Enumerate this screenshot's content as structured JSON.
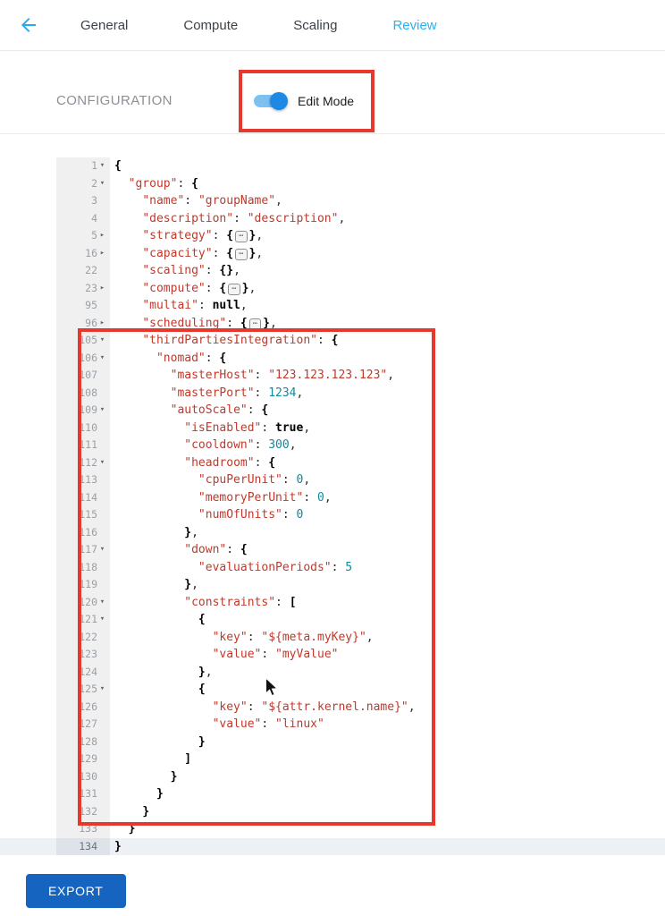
{
  "nav": {
    "back_icon": "arrow-left",
    "tabs": [
      {
        "label": "General",
        "active": false
      },
      {
        "label": "Compute",
        "active": false
      },
      {
        "label": "Scaling",
        "active": false
      },
      {
        "label": "Review",
        "active": true
      }
    ]
  },
  "config": {
    "title": "CONFIGURATION",
    "edit_mode_label": "Edit Mode",
    "toggle_state": "on"
  },
  "colors": {
    "accent_cyan": "#2ab1ef",
    "annotation_red": "#e8372c",
    "string_red": "#c0392b",
    "number_teal": "#0e8a9e",
    "export_blue": "#1565c0"
  },
  "editor": {
    "fold_widget_glyph": "⋯",
    "lines": [
      {
        "num": "1",
        "fold": "open",
        "tokens": [
          [
            "p",
            "{"
          ]
        ]
      },
      {
        "num": "2",
        "fold": "open",
        "tokens": [
          [
            "t",
            "  "
          ],
          [
            "k",
            "\"group\""
          ],
          [
            "t",
            ": "
          ],
          [
            "p",
            "{"
          ]
        ]
      },
      {
        "num": "3",
        "fold": "none",
        "tokens": [
          [
            "t",
            "    "
          ],
          [
            "k",
            "\"name\""
          ],
          [
            "t",
            ": "
          ],
          [
            "s",
            "\"groupName\""
          ],
          [
            "t",
            ","
          ]
        ]
      },
      {
        "num": "4",
        "fold": "none",
        "tokens": [
          [
            "t",
            "    "
          ],
          [
            "k",
            "\"description\""
          ],
          [
            "t",
            ": "
          ],
          [
            "s",
            "\"description\""
          ],
          [
            "t",
            ","
          ]
        ]
      },
      {
        "num": "5",
        "fold": "closed",
        "tokens": [
          [
            "t",
            "    "
          ],
          [
            "k",
            "\"strategy\""
          ],
          [
            "t",
            ": "
          ],
          [
            "p",
            "{"
          ],
          [
            "w",
            ""
          ],
          [
            "p",
            "}"
          ],
          [
            "t",
            ","
          ]
        ]
      },
      {
        "num": "16",
        "fold": "closed",
        "tokens": [
          [
            "t",
            "    "
          ],
          [
            "k",
            "\"capacity\""
          ],
          [
            "t",
            ": "
          ],
          [
            "p",
            "{"
          ],
          [
            "w",
            ""
          ],
          [
            "p",
            "}"
          ],
          [
            "t",
            ","
          ]
        ]
      },
      {
        "num": "22",
        "fold": "none",
        "tokens": [
          [
            "t",
            "    "
          ],
          [
            "k",
            "\"scaling\""
          ],
          [
            "t",
            ": "
          ],
          [
            "p",
            "{}"
          ],
          [
            "t",
            ","
          ]
        ]
      },
      {
        "num": "23",
        "fold": "closed",
        "tokens": [
          [
            "t",
            "    "
          ],
          [
            "k",
            "\"compute\""
          ],
          [
            "t",
            ": "
          ],
          [
            "p",
            "{"
          ],
          [
            "w",
            ""
          ],
          [
            "p",
            "}"
          ],
          [
            "t",
            ","
          ]
        ]
      },
      {
        "num": "95",
        "fold": "none",
        "tokens": [
          [
            "t",
            "    "
          ],
          [
            "k",
            "\"multai\""
          ],
          [
            "t",
            ": "
          ],
          [
            "b",
            "null"
          ],
          [
            "t",
            ","
          ]
        ]
      },
      {
        "num": "96",
        "fold": "closed",
        "tokens": [
          [
            "t",
            "    "
          ],
          [
            "k",
            "\"scheduling\""
          ],
          [
            "t",
            ": "
          ],
          [
            "p",
            "{"
          ],
          [
            "w",
            ""
          ],
          [
            "p",
            "}"
          ],
          [
            "t",
            ","
          ]
        ]
      },
      {
        "num": "105",
        "fold": "open",
        "tokens": [
          [
            "t",
            "    "
          ],
          [
            "k",
            "\"thirdPartiesIntegration\""
          ],
          [
            "t",
            ": "
          ],
          [
            "p",
            "{"
          ]
        ]
      },
      {
        "num": "106",
        "fold": "open",
        "tokens": [
          [
            "t",
            "      "
          ],
          [
            "k",
            "\"nomad\""
          ],
          [
            "t",
            ": "
          ],
          [
            "p",
            "{"
          ]
        ]
      },
      {
        "num": "107",
        "fold": "none",
        "tokens": [
          [
            "t",
            "        "
          ],
          [
            "k",
            "\"masterHost\""
          ],
          [
            "t",
            ": "
          ],
          [
            "s",
            "\"123.123.123.123\""
          ],
          [
            "t",
            ","
          ]
        ]
      },
      {
        "num": "108",
        "fold": "none",
        "tokens": [
          [
            "t",
            "        "
          ],
          [
            "k",
            "\"masterPort\""
          ],
          [
            "t",
            ": "
          ],
          [
            "n",
            "1234"
          ],
          [
            "t",
            ","
          ]
        ]
      },
      {
        "num": "109",
        "fold": "open",
        "tokens": [
          [
            "t",
            "        "
          ],
          [
            "k",
            "\"autoScale\""
          ],
          [
            "t",
            ": "
          ],
          [
            "p",
            "{"
          ]
        ]
      },
      {
        "num": "110",
        "fold": "none",
        "tokens": [
          [
            "t",
            "          "
          ],
          [
            "k",
            "\"isEnabled\""
          ],
          [
            "t",
            ": "
          ],
          [
            "b",
            "true"
          ],
          [
            "t",
            ","
          ]
        ]
      },
      {
        "num": "111",
        "fold": "none",
        "tokens": [
          [
            "t",
            "          "
          ],
          [
            "k",
            "\"cooldown\""
          ],
          [
            "t",
            ": "
          ],
          [
            "n",
            "300"
          ],
          [
            "t",
            ","
          ]
        ]
      },
      {
        "num": "112",
        "fold": "open",
        "tokens": [
          [
            "t",
            "          "
          ],
          [
            "k",
            "\"headroom\""
          ],
          [
            "t",
            ": "
          ],
          [
            "p",
            "{"
          ]
        ]
      },
      {
        "num": "113",
        "fold": "none",
        "tokens": [
          [
            "t",
            "            "
          ],
          [
            "k",
            "\"cpuPerUnit\""
          ],
          [
            "t",
            ": "
          ],
          [
            "n",
            "0"
          ],
          [
            "t",
            ","
          ]
        ]
      },
      {
        "num": "114",
        "fold": "none",
        "tokens": [
          [
            "t",
            "            "
          ],
          [
            "k",
            "\"memoryPerUnit\""
          ],
          [
            "t",
            ": "
          ],
          [
            "n",
            "0"
          ],
          [
            "t",
            ","
          ]
        ]
      },
      {
        "num": "115",
        "fold": "none",
        "tokens": [
          [
            "t",
            "            "
          ],
          [
            "k",
            "\"numOfUnits\""
          ],
          [
            "t",
            ": "
          ],
          [
            "n",
            "0"
          ]
        ]
      },
      {
        "num": "116",
        "fold": "none",
        "tokens": [
          [
            "t",
            "          "
          ],
          [
            "p",
            "}"
          ],
          [
            "t",
            ","
          ]
        ]
      },
      {
        "num": "117",
        "fold": "open",
        "tokens": [
          [
            "t",
            "          "
          ],
          [
            "k",
            "\"down\""
          ],
          [
            "t",
            ": "
          ],
          [
            "p",
            "{"
          ]
        ]
      },
      {
        "num": "118",
        "fold": "none",
        "tokens": [
          [
            "t",
            "            "
          ],
          [
            "k",
            "\"evaluationPeriods\""
          ],
          [
            "t",
            ": "
          ],
          [
            "n",
            "5"
          ]
        ]
      },
      {
        "num": "119",
        "fold": "none",
        "tokens": [
          [
            "t",
            "          "
          ],
          [
            "p",
            "}"
          ],
          [
            "t",
            ","
          ]
        ]
      },
      {
        "num": "120",
        "fold": "open",
        "tokens": [
          [
            "t",
            "          "
          ],
          [
            "k",
            "\"constraints\""
          ],
          [
            "t",
            ": "
          ],
          [
            "p",
            "["
          ]
        ]
      },
      {
        "num": "121",
        "fold": "open",
        "tokens": [
          [
            "t",
            "            "
          ],
          [
            "p",
            "{"
          ]
        ]
      },
      {
        "num": "122",
        "fold": "none",
        "tokens": [
          [
            "t",
            "              "
          ],
          [
            "k",
            "\"key\""
          ],
          [
            "t",
            ": "
          ],
          [
            "s",
            "\"${meta.myKey}\""
          ],
          [
            "t",
            ","
          ]
        ]
      },
      {
        "num": "123",
        "fold": "none",
        "tokens": [
          [
            "t",
            "              "
          ],
          [
            "k",
            "\"value\""
          ],
          [
            "t",
            ": "
          ],
          [
            "s",
            "\"myValue\""
          ]
        ]
      },
      {
        "num": "124",
        "fold": "none",
        "tokens": [
          [
            "t",
            "            "
          ],
          [
            "p",
            "}"
          ],
          [
            "t",
            ","
          ]
        ]
      },
      {
        "num": "125",
        "fold": "open",
        "tokens": [
          [
            "t",
            "            "
          ],
          [
            "p",
            "{"
          ]
        ]
      },
      {
        "num": "126",
        "fold": "none",
        "tokens": [
          [
            "t",
            "              "
          ],
          [
            "k",
            "\"key\""
          ],
          [
            "t",
            ": "
          ],
          [
            "s",
            "\"${attr.kernel.name}\""
          ],
          [
            "t",
            ","
          ]
        ]
      },
      {
        "num": "127",
        "fold": "none",
        "tokens": [
          [
            "t",
            "              "
          ],
          [
            "k",
            "\"value\""
          ],
          [
            "t",
            ": "
          ],
          [
            "s",
            "\"linux\""
          ]
        ]
      },
      {
        "num": "128",
        "fold": "none",
        "tokens": [
          [
            "t",
            "            "
          ],
          [
            "p",
            "}"
          ]
        ]
      },
      {
        "num": "129",
        "fold": "none",
        "tokens": [
          [
            "t",
            "          "
          ],
          [
            "p",
            "]"
          ]
        ]
      },
      {
        "num": "130",
        "fold": "none",
        "tokens": [
          [
            "t",
            "        "
          ],
          [
            "p",
            "}"
          ]
        ]
      },
      {
        "num": "131",
        "fold": "none",
        "tokens": [
          [
            "t",
            "      "
          ],
          [
            "p",
            "}"
          ]
        ]
      },
      {
        "num": "132",
        "fold": "none",
        "tokens": [
          [
            "t",
            "    "
          ],
          [
            "p",
            "}"
          ]
        ]
      },
      {
        "num": "133",
        "fold": "none",
        "tokens": [
          [
            "t",
            "  "
          ],
          [
            "p",
            "}"
          ]
        ]
      },
      {
        "num": "134",
        "fold": "none",
        "active": true,
        "tokens": [
          [
            "p",
            "}"
          ]
        ]
      }
    ]
  },
  "export_label": "EXPORT"
}
